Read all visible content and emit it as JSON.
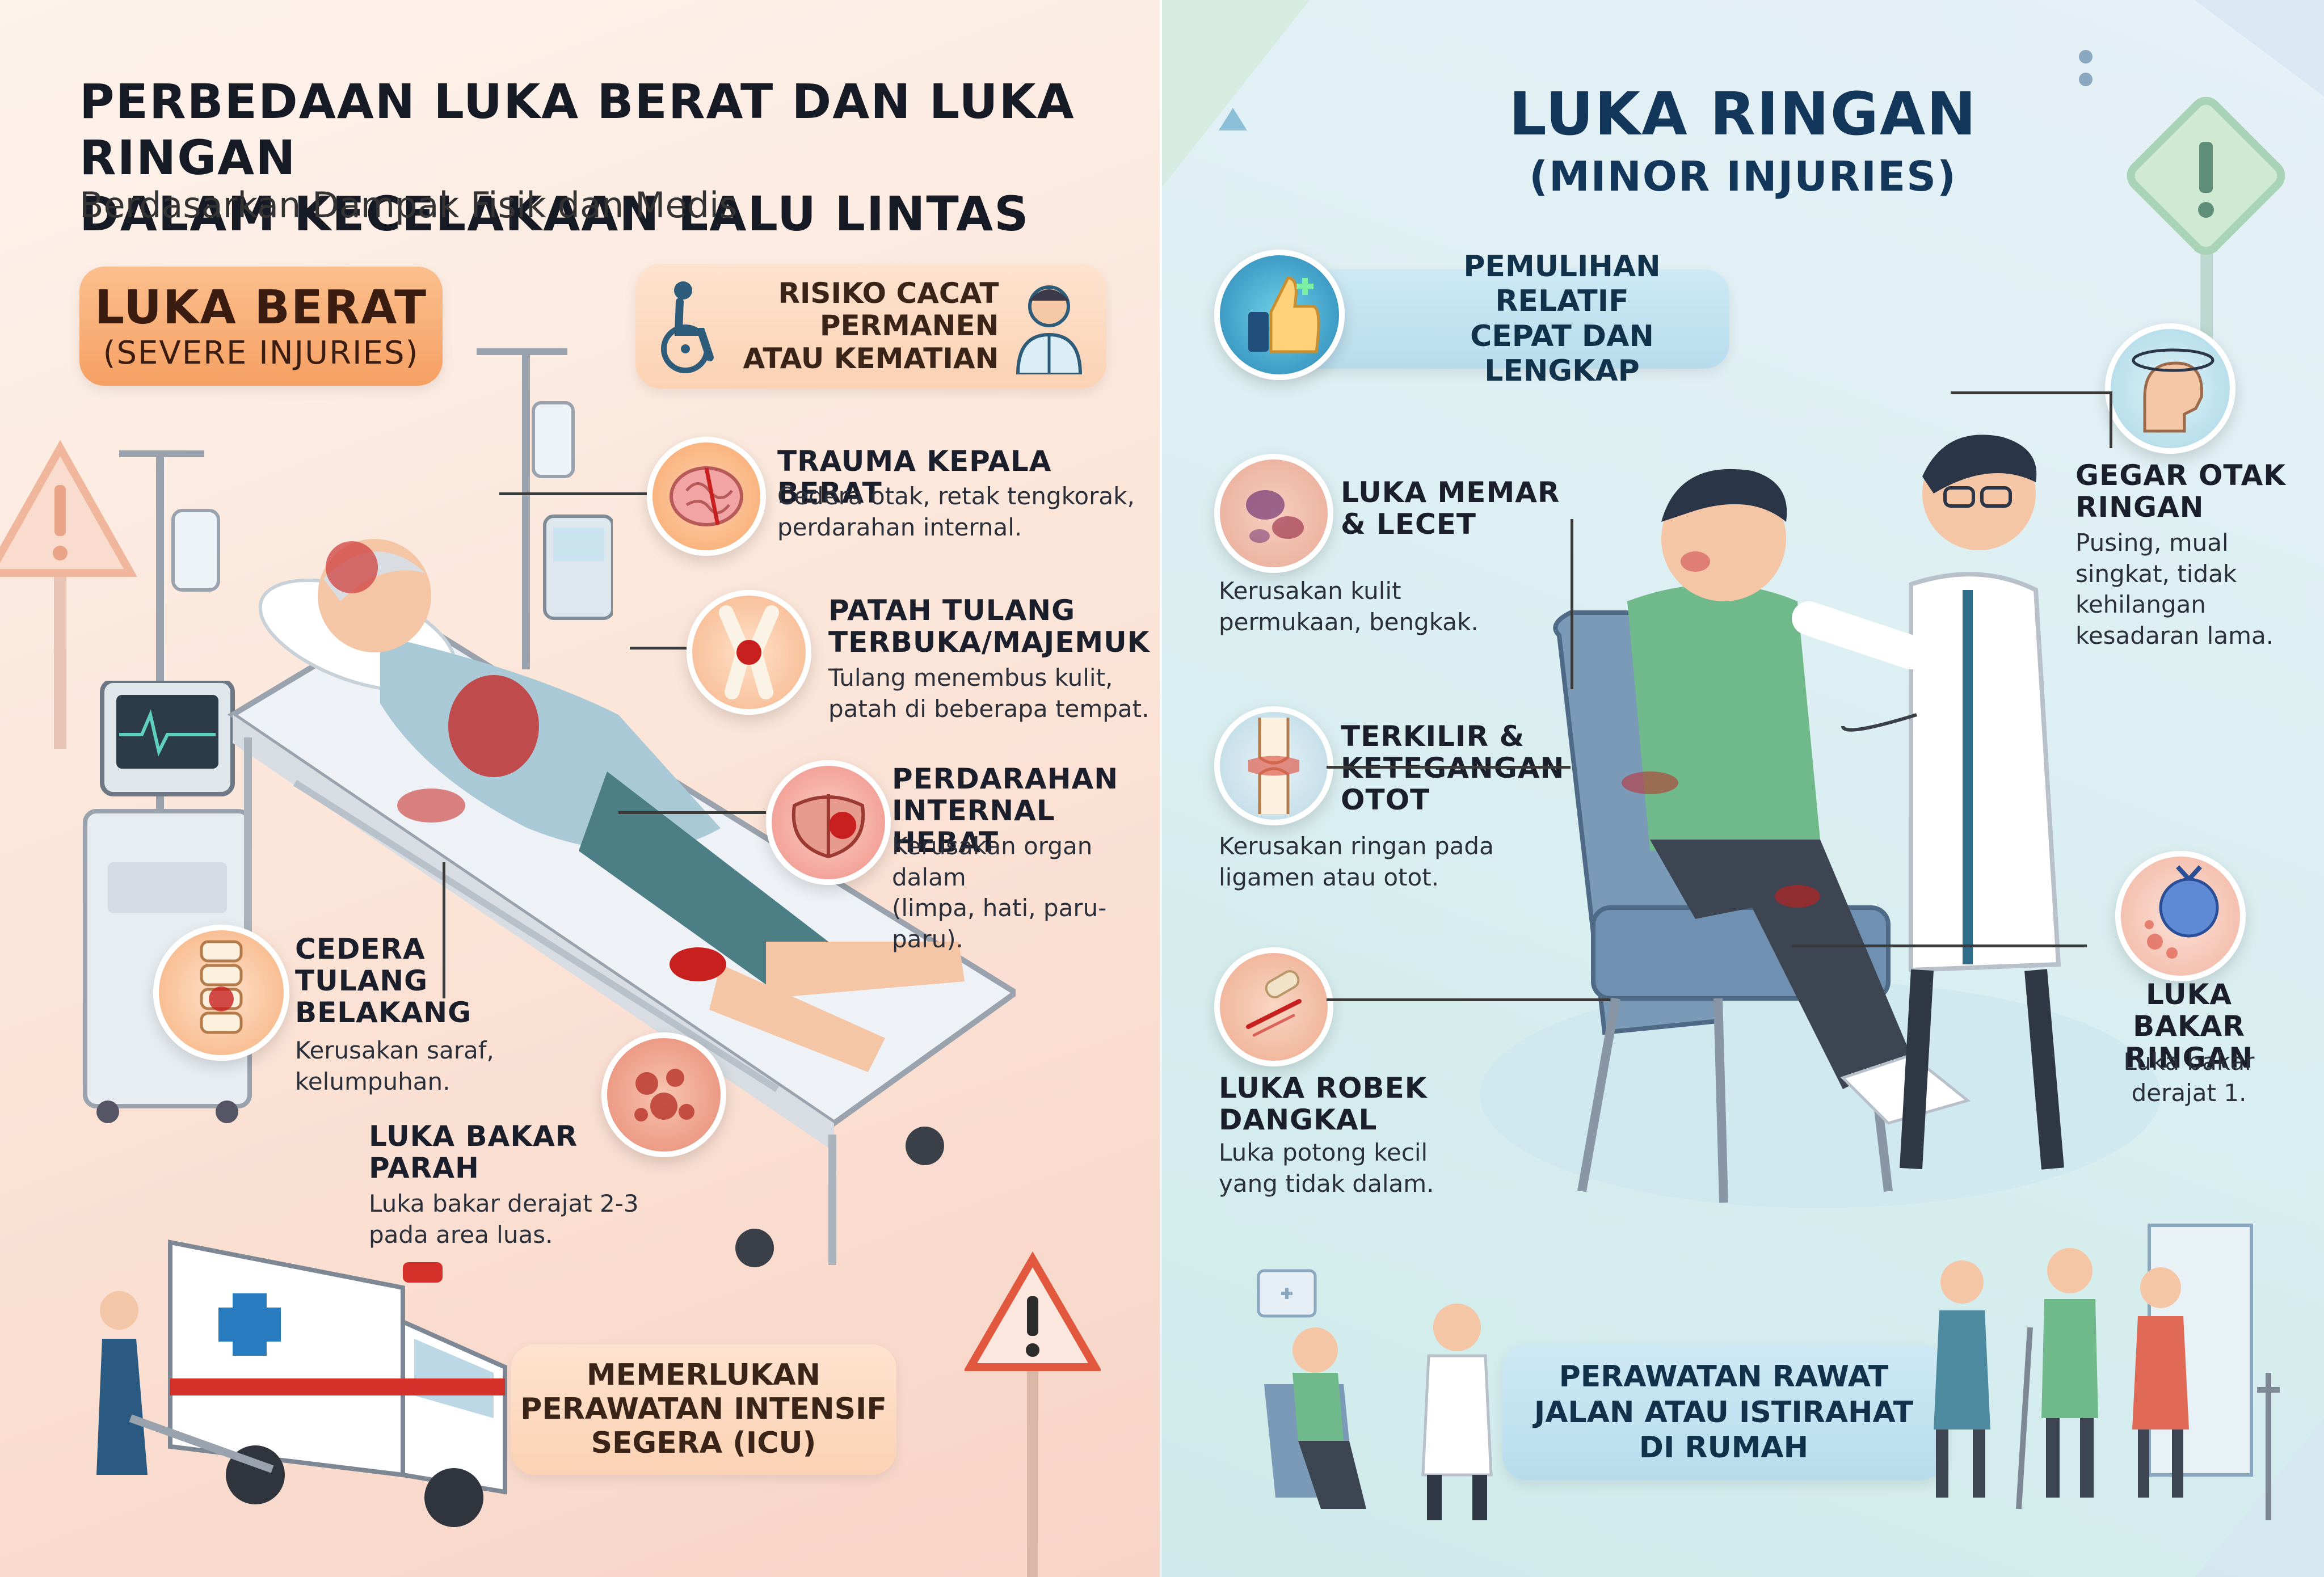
{
  "left": {
    "title_line1": "PERBEDAAN LUKA BERAT DAN LUKA RINGAN",
    "title_line2": "DALAM KECELAKAAN LALU LINTAS",
    "subtitle": "Berdasarkan Dampak Fisik dan Medis",
    "section_title": "LUKA BERAT",
    "section_subtitle": "(SEVERE INJURIES)",
    "risk_line1": "RISIKO CACAT",
    "risk_line2": "PERMANEN",
    "risk_line3": "ATAU KEMATIAN",
    "injuries": [
      {
        "title_lines": [
          "TRAUMA KEPALA BERAT"
        ],
        "desc_lines": [
          "Cedera otak, retak tengkorak,",
          "perdarahan internal."
        ]
      },
      {
        "title_lines": [
          "PATAH TULANG",
          "TERBUKA/MAJEMUK"
        ],
        "desc_lines": [
          "Tulang menembus kulit,",
          "patah di beberapa tempat."
        ]
      },
      {
        "title_lines": [
          "PERDARAHAN",
          "INTERNAL HEBAT"
        ],
        "desc_lines": [
          "Kerusakan organ dalam",
          "(limpa, hati, paru-paru)."
        ]
      },
      {
        "title_lines": [
          "CEDERA",
          "TULANG",
          "BELAKANG"
        ],
        "desc_lines": [
          "Kerusakan saraf,",
          "kelumpuhan."
        ]
      },
      {
        "title_lines": [
          "LUKA BAKAR",
          "PARAH"
        ],
        "desc_lines": [
          "Luka bakar derajat 2-3",
          "pada area luas."
        ]
      }
    ],
    "icu_line1": "MEMERLUKAN",
    "icu_line2": "PERAWATAN INTENSIF",
    "icu_line3": "SEGERA (ICU)"
  },
  "right": {
    "section_title": "LUKA RINGAN",
    "section_subtitle": "(MINOR INJURIES)",
    "recovery_line1": "PEMULIHAN RELATIF",
    "recovery_line2": "CEPAT DAN LENGKAP",
    "injuries": [
      {
        "title_lines": [
          "LUKA MEMAR",
          "& LECET"
        ],
        "desc_lines": [
          "Kerusakan kulit",
          "permukaan, bengkak."
        ]
      },
      {
        "title_lines": [
          "TERKILIR &",
          "KETEGANGAN",
          "OTOT"
        ],
        "desc_lines": [
          "Kerusakan ringan pada",
          "ligamen atau otot."
        ]
      },
      {
        "title_lines": [
          "LUKA ROBEK",
          "DANGKAL"
        ],
        "desc_lines": [
          "Luka potong kecil",
          "yang tidak dalam."
        ]
      },
      {
        "title_lines": [
          "GEGAR OTAK",
          "RINGAN"
        ],
        "desc_lines": [
          "Pusing, mual",
          "singkat, tidak",
          "kehilangan",
          "kesadaran lama."
        ]
      },
      {
        "title_lines": [
          "LUKA BAKAR",
          "RINGAN"
        ],
        "desc_lines": [
          "Luka bakar",
          "derajat 1."
        ]
      }
    ],
    "outpatient_line1": "PERAWATAN RAWAT",
    "outpatient_line2": "JALAN ATAU ISTIRAHAT",
    "outpatient_line3": "DI RUMAH"
  },
  "colors": {
    "severe_accent": "#f6a063",
    "minor_accent": "#b8dcec",
    "blood": "#c8201e"
  },
  "icons": [
    "brain-icon",
    "bone-fracture-icon",
    "organ-icon",
    "spine-icon",
    "burn-icon",
    "bruise-icon",
    "knee-joint-icon",
    "bandage-icon",
    "head-dizzy-icon",
    "ice-pack-icon",
    "thumbs-up-icon",
    "wheelchair-icon",
    "doctor-icon",
    "warning-icon",
    "ambulance-icon"
  ]
}
